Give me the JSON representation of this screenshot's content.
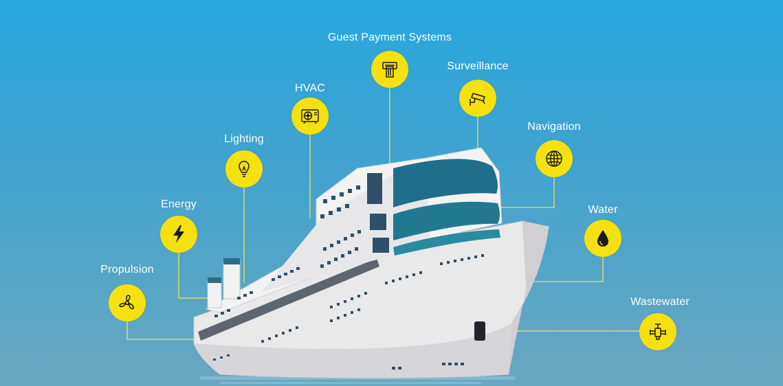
{
  "colors": {
    "sky_top": "#27a7dc",
    "sky_bottom": "#6aa7c0",
    "node_fill": "#f5e010",
    "connector": "#f0e06a",
    "hull": "#e9e9ea",
    "glass": "#1f6f8a"
  },
  "systems": [
    {
      "id": "propulsion",
      "label": "Propulsion",
      "icon": "fan-icon"
    },
    {
      "id": "energy",
      "label": "Energy",
      "icon": "lightning-bolt-icon"
    },
    {
      "id": "lighting",
      "label": "Lighting",
      "icon": "light-bulb-icon"
    },
    {
      "id": "hvac",
      "label": "HVAC",
      "icon": "air-conditioner-icon"
    },
    {
      "id": "payment",
      "label": "Guest Payment Systems",
      "icon": "card-terminal-icon"
    },
    {
      "id": "surveillance",
      "label": "Surveillance",
      "icon": "security-camera-icon"
    },
    {
      "id": "navigation",
      "label": "Navigation",
      "icon": "globe-icon"
    },
    {
      "id": "water",
      "label": "Water",
      "icon": "water-drop-icon"
    },
    {
      "id": "wastewater",
      "label": "Wastewater",
      "icon": "valve-icon"
    }
  ]
}
